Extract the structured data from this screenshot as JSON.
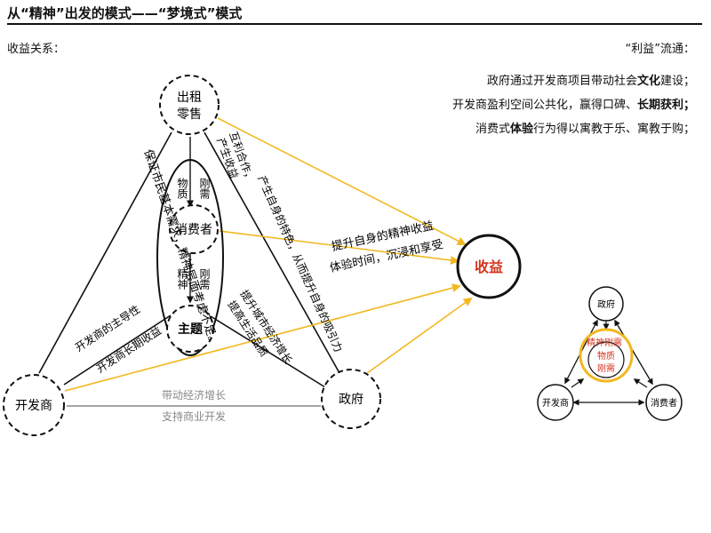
{
  "title": "从“精神”出发的模式——“梦境式”模式",
  "left_heading": "收益关系：",
  "right_heading": "“利益”流通：",
  "notes": {
    "line1": {
      "a": "政府通过开发商项目带动社会",
      "b": "文化",
      "c": "建设；"
    },
    "line2": {
      "a": "开发商盈利空间公共化，赢得口碑、",
      "b": "长期获利；",
      "c": ""
    },
    "line3": {
      "a": "消费式",
      "b": "体验",
      "c": "行为得以寓教于乐、寓教于购；"
    }
  },
  "nodes": {
    "rental_l1": "出租",
    "rental_l2": "零售",
    "consumer": "消费者",
    "theme": "主题",
    "developer": "开发商",
    "government": "政府",
    "profit": "收益"
  },
  "inner_labels": {
    "wuzhi_top": "物质",
    "gangxu_top": "刚需",
    "jingshen": "精神",
    "gangxu_bottom": "刚需"
  },
  "edge_labels": {
    "left_edge": "保证市民基本需求，精神层面考虑不足。",
    "dev_theme_1": "开发商的主导性",
    "dev_theme_2": "开发商长期收益",
    "right_col1": "互利合作，",
    "right_col2": "产生收益",
    "right_mid": "产生自身的特色，从而提升自身的吸引力",
    "gov_theme_1": "提升城市经济增长",
    "gov_theme_2": "提高生活品质",
    "to_profit_1": "提升自身的精神收益",
    "to_profit_2": "体验时间，沉浸和享受",
    "bottom_1": "带动经济增长",
    "bottom_2": "支持商业开发"
  },
  "mini": {
    "government": "政府",
    "developer": "开发商",
    "consumer": "消费者",
    "inner_1": "精神刚需",
    "inner_2": "物质",
    "inner_3": "刚需"
  },
  "colors": {
    "flow_arrow": "#f2b820",
    "profit_text": "#d6341f",
    "mini_text": "#d6341f",
    "gray_text": "#888888"
  }
}
